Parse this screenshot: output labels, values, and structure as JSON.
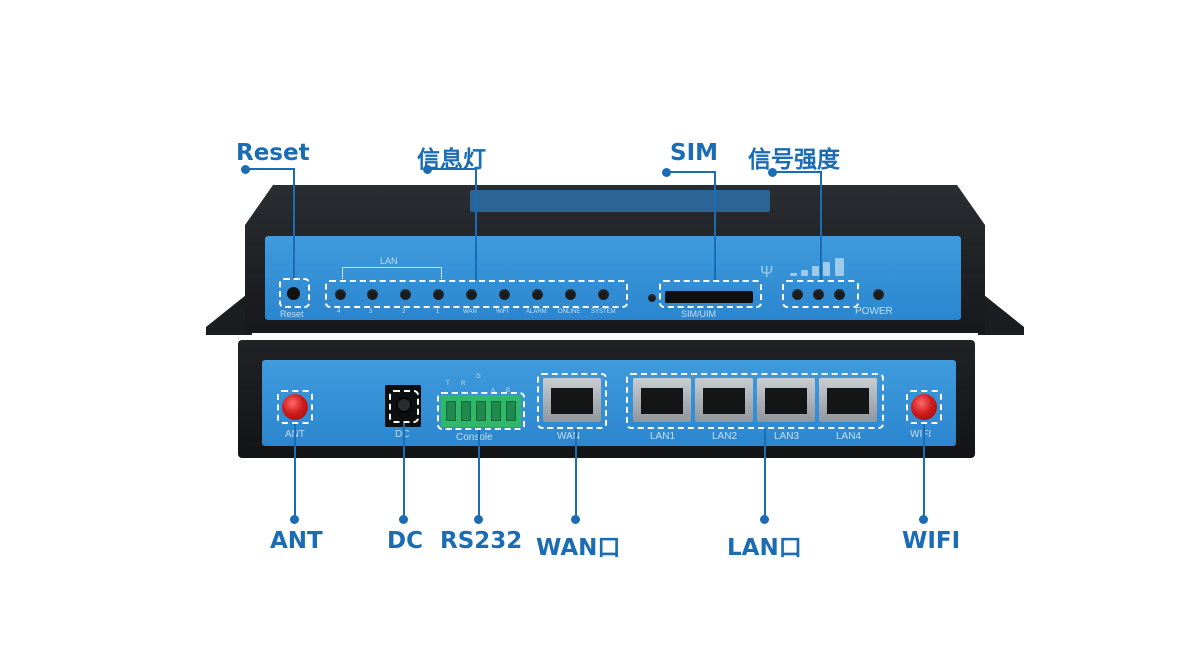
{
  "callouts": {
    "reset": "Reset",
    "indicator": "信息灯",
    "sim": "SIM",
    "signal": "信号强度",
    "ant": "ANT",
    "dc": "DC",
    "rs232": "RS232",
    "wan": "WAN口",
    "lan": "LAN口",
    "wifi": "WIFI"
  },
  "device": {
    "top_panel": {
      "lan_group_label": "LAN",
      "reset_print": "Reset",
      "led_labels": [
        "4",
        "3",
        "2",
        "1",
        "WAN",
        "WiFi",
        "ALARM",
        "ONLINE",
        "SYSTEM"
      ],
      "sim_print": "SIM/UIM",
      "power_print": "POWER"
    },
    "bottom_panel": {
      "ant_print": "ANT",
      "dc_print": "DC",
      "terminal_pins": [
        "T",
        "R",
        "G",
        "A",
        "B"
      ],
      "console_print": "Console",
      "wan_print": "WAN",
      "lan_ports": [
        "LAN1",
        "LAN2",
        "LAN3",
        "LAN4"
      ],
      "wifi_print": "WIFI"
    }
  },
  "colors": {
    "callout": "#1a6db4",
    "panel_blue": "#2b86cf",
    "chassis": "#16181b",
    "antenna_red": "#d11c1c",
    "terminal_green": "#2fb86a"
  }
}
